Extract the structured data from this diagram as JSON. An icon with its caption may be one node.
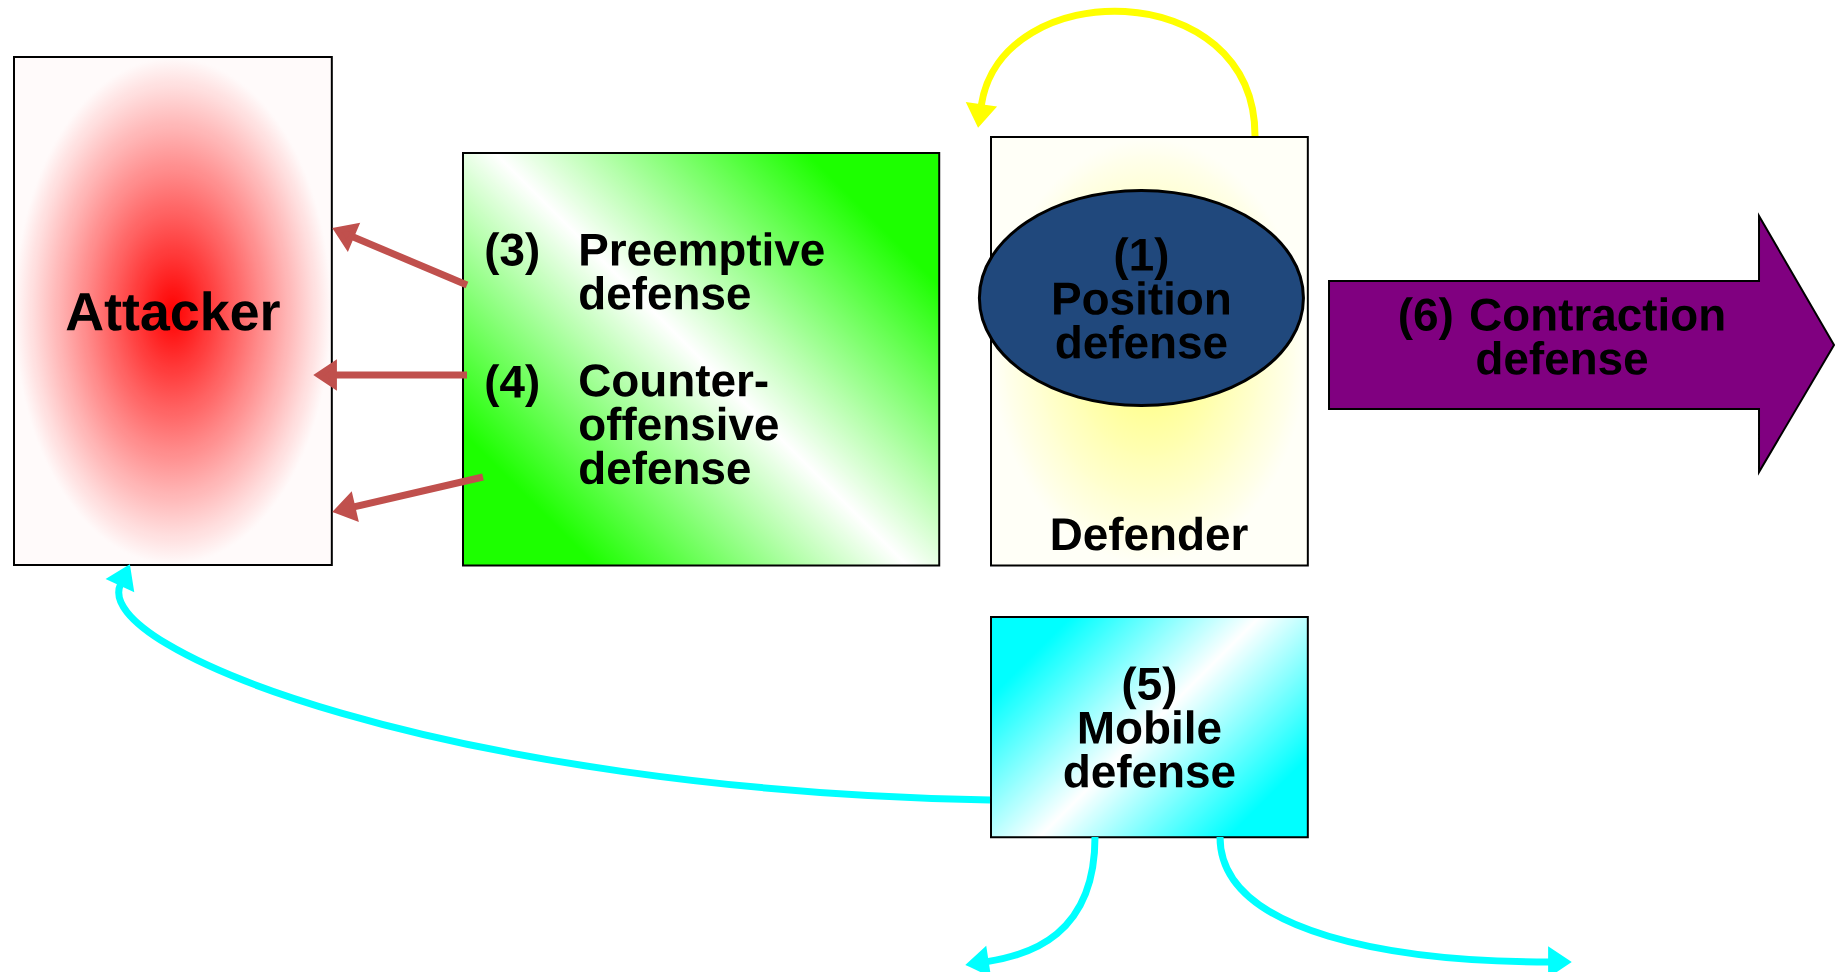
{
  "diagram": {
    "nodes": [
      {
        "text": [
          "Attacker"
        ]
      },
      {
        "text": [
          "(3)",
          "Preemptive defense",
          "(4)",
          "Counter-offensive defense"
        ]
      },
      {
        "text": [
          "Defender"
        ]
      },
      {
        "text": [
          "(1) Position defense"
        ],
        "in": 2
      },
      {
        "text": [
          "(6) Contraction defense"
        ]
      },
      {
        "text": [
          "(5) Mobile defense"
        ]
      }
    ],
    "edges": [
      {
        "from": 1,
        "to": 0,
        "arrow": "to",
        "color": "#c0504d"
      },
      {
        "from": 1,
        "to": 0,
        "arrow": "to",
        "color": "#c0504d"
      },
      {
        "from": 1,
        "to": 0,
        "arrow": "to",
        "color": "#c0504d"
      },
      {
        "from": 2,
        "to": null,
        "arrow": "to",
        "color": "#ffff00"
      },
      {
        "from": 5,
        "to": 0,
        "arrow": "to",
        "color": "#00ffff"
      },
      {
        "from": 5,
        "to": null,
        "arrow": "to",
        "color": "#00ffff"
      },
      {
        "from": 5,
        "to": null,
        "arrow": "to",
        "color": "#00ffff"
      }
    ]
  }
}
